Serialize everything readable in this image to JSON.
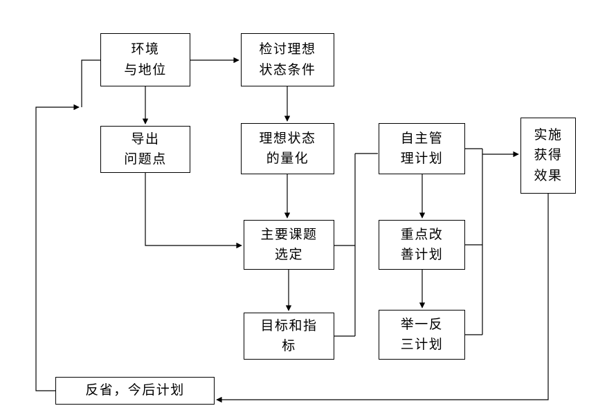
{
  "diagram": {
    "type": "flowchart",
    "background": "#ffffff",
    "line_color": "#000000",
    "box_fill": "#ffffff",
    "text_color": "#000000",
    "boxes": [
      {
        "id": "env-status",
        "label": "环境\n与地位"
      },
      {
        "id": "review-ideal-conditions",
        "label": "检讨理想\n状态条件"
      },
      {
        "id": "derive-problem-points",
        "label": "导出\n问题点"
      },
      {
        "id": "quantify-ideal-state",
        "label": "理想状态\n的量化"
      },
      {
        "id": "self-management-plan",
        "label": "自主管\n理计划"
      },
      {
        "id": "implement-get-results",
        "label": "实施\n获得\n效果"
      },
      {
        "id": "main-topic-selection",
        "label": "主要课题\n选定"
      },
      {
        "id": "key-improvement-plan",
        "label": "重点改\n善计划"
      },
      {
        "id": "goals-and-indicators",
        "label": "目标和指\n标"
      },
      {
        "id": "extrapolation-plan",
        "label": "举一反\n三计划"
      },
      {
        "id": "reflection-future-plan",
        "label": "反省，今后计划"
      }
    ]
  }
}
